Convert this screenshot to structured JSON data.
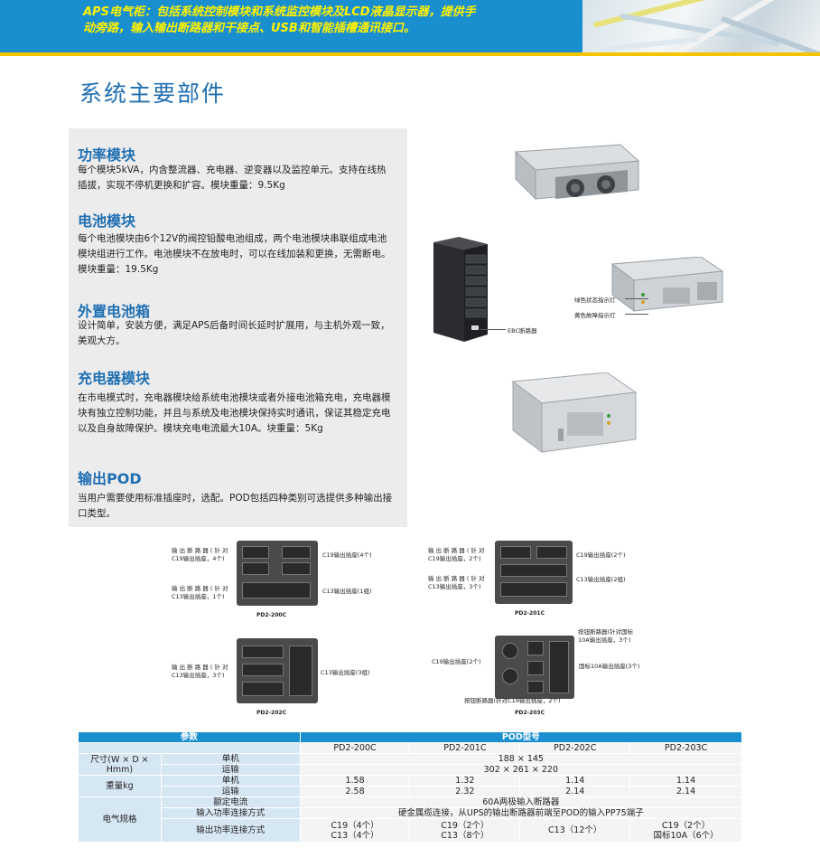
{
  "banner": {
    "text": "APS电气柜：包括系统控制模块和系统监控模块及LCD液晶显示器，提供手动旁路，输入输出断路器和干接点、USB和智能插槽通讯接口。"
  },
  "page_title": "系统主要部件",
  "sections": [
    {
      "title": "功率模块",
      "body": "每个模块5kVA，内含整流器、充电器、逆变器以及监控单元。支持在线热插拔，实现不停机更换和扩容。模块重量：9.5Kg"
    },
    {
      "title": "电池模块",
      "body": "每个电池模块由6个12V的阀控铅酸电池组成，两个电池模块串联组成电池模块组进行工作。电池模块不在放电时，可以在线加装和更换，无需断电。模块重量：19.5Kg"
    },
    {
      "title": "外置电池箱",
      "body": "设计简单，安装方便，满足APS后备时间长延时扩展用，与主机外观一致，美观大方。"
    },
    {
      "title": "充电器模块",
      "body": "在市电模式时，充电器模块给系统电池模块或者外接电池箱充电，充电器模块有独立控制功能，并且与系统及电池模块保持实时通讯，保证其稳定充电以及自身故障保护。模块充电电流最大10A。块重量：5Kg"
    },
    {
      "title": "输出POD",
      "body": "当用户需要使用标准插座时，选配。POD包括四种类别可选提供多种输出接口类型。"
    }
  ],
  "photo_callouts": {
    "ebc": "EBC断路器",
    "green_led": "绿色状态指示灯",
    "yellow_led": "黄色故障指示灯"
  },
  "pods": {
    "pd200c": {
      "caption": "PD2-200C",
      "left_top": "输 出 断 路 器 ( 针 对\nC19输出插座，4个)",
      "left_bottom": "输 出 断 路 器 ( 针 对\nC13输出插座，1个)",
      "right_top": "C19输出插座(4个)",
      "right_bottom": "C13输出插座(1组)"
    },
    "pd201c": {
      "caption": "PD2-201C",
      "left_top": "输 出 断 路 器 ( 针 对\nC19输出插座，2个)",
      "left_bottom": "输 出 断 路 器 ( 针 对\nC13输出插座，3个)",
      "right_top": "C19输出插座(2个)",
      "right_bottom": "C13输出插座(2组)"
    },
    "pd202c": {
      "caption": "PD2-202C",
      "left": "输 出 断 路 器 ( 针 对\nC13输出插座，3个)",
      "right": "C13输出插座(3组)"
    },
    "pd203c": {
      "caption": "PD2-203C",
      "top_right": "按钮断路器(针对国标\n10A输出插座，3个)",
      "left": "C19输出插座(2个)",
      "right": "国标10A输出插座(3个)",
      "bottom": "按钮断路器(针对C19输出插座，2个)"
    }
  },
  "spec_table": {
    "head_param": "参数",
    "head_pod": "POD型号",
    "models": [
      "PD2-200C",
      "PD2-201C",
      "PD2-202C",
      "PD2-203C"
    ],
    "size_label": "尺寸(W × D × Hmm)",
    "size_unit_label": "单机",
    "size_unit_value": "188 × 145",
    "size_ship_label": "运输",
    "size_ship_value": "302 × 261 × 220",
    "weight_label": "重量kg",
    "weight_unit_label": "单机",
    "weight_unit": [
      "1.58",
      "1.32",
      "1.14",
      "1.14"
    ],
    "weight_ship_label": "运输",
    "weight_ship": [
      "2.58",
      "2.32",
      "2.14",
      "2.14"
    ],
    "elec_label": "电气规格",
    "rated_label": "额定电流",
    "rated_value": "60A两极输入断路器",
    "in_conn_label": "输入功率连接方式",
    "in_conn_value": "硬金属缆连接，从UPS的输出断路器前端至POD的输入PP75端子",
    "out_conn_label": "输出功率连接方式",
    "out_conn": [
      [
        "C19（4个）",
        "C13（4个）"
      ],
      [
        "C19（2个）",
        "C13（8个）"
      ],
      [
        "C13（12个）",
        ""
      ],
      [
        "C19（2个）",
        "国标10A（6个）"
      ]
    ]
  }
}
